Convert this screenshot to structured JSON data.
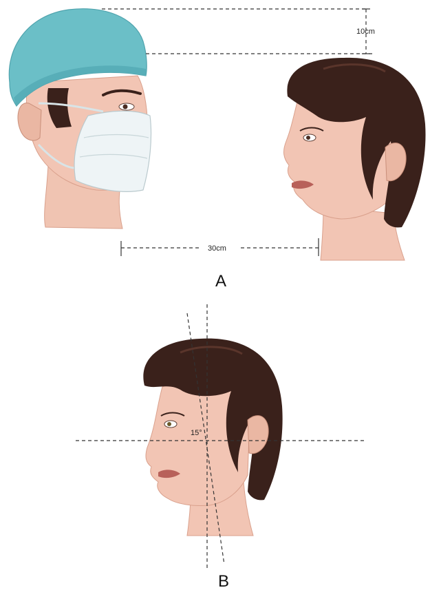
{
  "figure": {
    "panel_a": {
      "label": "A",
      "height_measure": "10cm",
      "distance_measure": "30cm"
    },
    "panel_b": {
      "label": "B",
      "angle": "15°"
    }
  },
  "colors": {
    "cap": "#6bbfc7",
    "cap_shadow": "#4fa3ad",
    "mask": "#eef4f6",
    "skin": "#f2c5b4",
    "skin_shadow": "#e0a894",
    "hair": "#3a211b",
    "hair_highlight": "#5a352b",
    "lips": "#b8615a",
    "guide_lines": "#333333"
  },
  "icons": {
    "surgeon": "surgeon-head-with-cap-and-mask",
    "patient": "female-head-profile"
  }
}
